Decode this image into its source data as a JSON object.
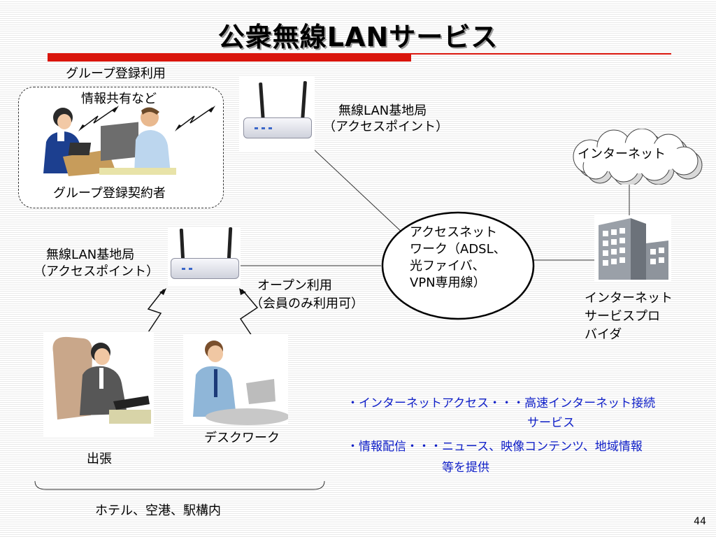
{
  "slide": {
    "title": "公衆無線LANサービス",
    "page_number": "44"
  },
  "group": {
    "top_label": "グループ登録利用",
    "sharing_label": "情報共有など",
    "bottom_label": "グループ登録契約者"
  },
  "access_point_top": {
    "line1": "無線LAN基地局",
    "line2": "（アクセスポイント）"
  },
  "access_point_left": {
    "line1": "無線LAN基地局",
    "line2": "（アクセスポイント）"
  },
  "open_use": {
    "line1": "オープン利用",
    "line2": "（会員のみ利用可）"
  },
  "access_network": {
    "line1": "アクセスネット",
    "line2": "ワーク（ADSL、",
    "line3": "光ファイバ、",
    "line4": "VPN専用線）"
  },
  "internet": {
    "label": "インターネット"
  },
  "isp": {
    "line1": "インターネット",
    "line2": "サービスプロ",
    "line3": "バイダ"
  },
  "users": {
    "business_trip": "出張",
    "desk_work": "デスクワーク",
    "locations": "ホテル、空港、駅構内"
  },
  "services": {
    "item1_line1": "・インターネットアクセス・・・高速インターネット接続",
    "item1_line2": "サービス",
    "item2_line1": "・情報配信・・・ニュース、映像コンテンツ、地域情報",
    "item2_line2": "等を提供"
  },
  "colors": {
    "accent_red": "#d9150c",
    "service_text_blue": "#1020c8"
  }
}
